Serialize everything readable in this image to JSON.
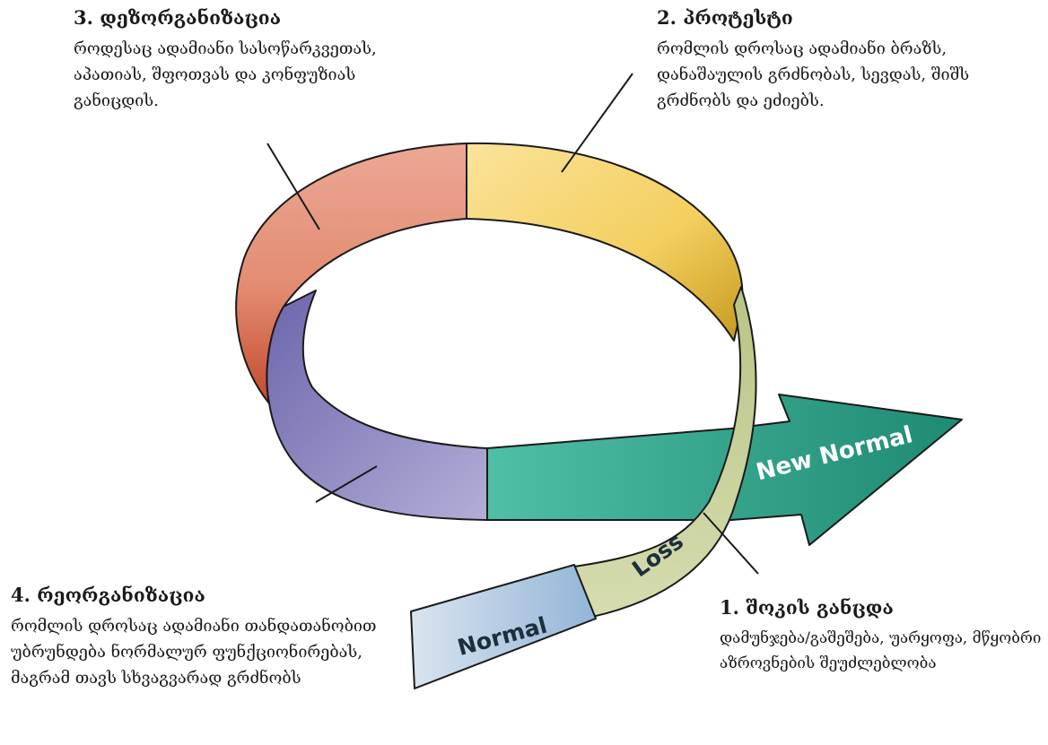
{
  "diagram": {
    "loop_labels": {
      "normal": "Normal",
      "loss": "Loss",
      "new_normal": "New Normal"
    },
    "colors": {
      "protest": "#f2cf5c",
      "disorganization": "#e07a5f",
      "reorganization": "#8d89c3",
      "new_normal": "#35a890",
      "loss": "#bcc78f",
      "normal": "#b8cde2",
      "outline": "#1a1a1a"
    }
  },
  "stages": {
    "stage3": {
      "title": "3. დეზორგანიზაცია",
      "desc": "როდესაც ადამიანი სასოწარკვეთას, აპათიას, შფოთვას და კონფუზიას განიცდის."
    },
    "stage2": {
      "title": "2. პროტესტი",
      "desc": "რომლის დროსაც ადამიანი ბრაზს, დანაშაულის გრძნობას, სევდას, შიშს გრძნობს და ეძიებს."
    },
    "stage4": {
      "title": "4. რეორგანიზაცია",
      "desc": " რომლის დროსაც ადამიანი თანდათანობით უბრუნდება ნორმალურ ფუნქციონირებას, მაგრამ თავს სხვაგვარად გრძნობს"
    },
    "stage1": {
      "title": "1. შოკის განცდა",
      "desc": "დამუნჯება/გაშეშება, უარყოფა, მწყობრი აზროვნების შეუძლებლობა"
    }
  }
}
